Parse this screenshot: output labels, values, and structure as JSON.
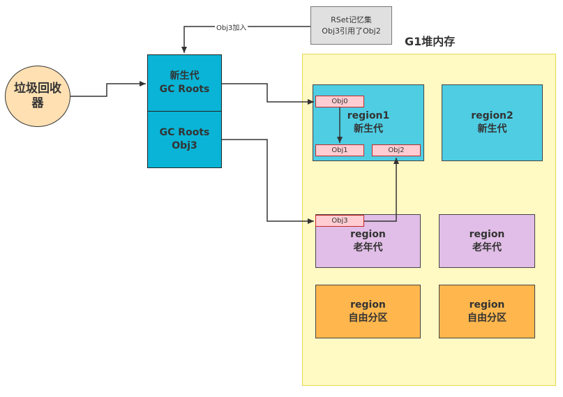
{
  "gc": {
    "label": "垃圾回收器"
  },
  "heap_title": "G1堆内存",
  "gc_roots_top": {
    "line1": "新生代",
    "line2": "GC Roots"
  },
  "gc_roots_bottom": {
    "line1": "GC Roots",
    "line2": "Obj3"
  },
  "rset": {
    "line1": "RSet记忆集",
    "line2": "Obj3引用了Obj2"
  },
  "edge_label": "Obj3加入",
  "regions": {
    "region1": {
      "line1": "region1",
      "line2": "新生代"
    },
    "region2": {
      "line1": "region2",
      "line2": "新生代"
    },
    "old_left": {
      "line1": "region",
      "line2": "老年代"
    },
    "old_right": {
      "line1": "region",
      "line2": "老年代"
    },
    "free_left": {
      "line1": "region",
      "line2": "自由分区"
    },
    "free_right": {
      "line1": "region",
      "line2": "自由分区"
    }
  },
  "objects": {
    "obj0": "Obj0",
    "obj1": "Obj1",
    "obj2": "Obj2",
    "obj3": "Obj3"
  },
  "colors": {
    "young": "#4ecde3",
    "gc_roots": "#0ab4d6",
    "old": "#e1bee7",
    "free": "#ffb74d",
    "heap": "#fff9c4",
    "object": "#ffcdd2"
  }
}
